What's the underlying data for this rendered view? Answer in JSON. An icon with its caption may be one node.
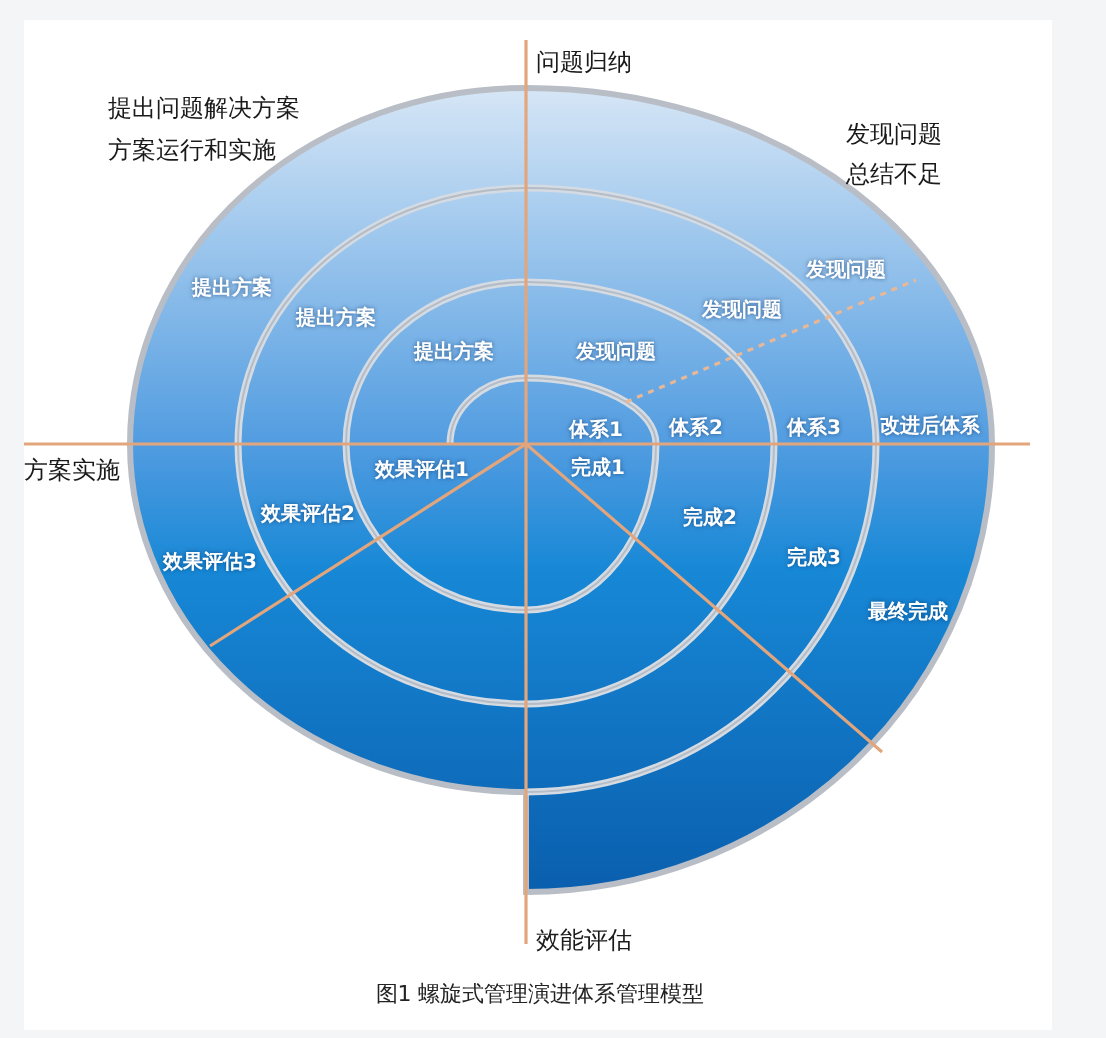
{
  "diagram": {
    "caption": "图1 螺旋式管理演进体系管理模型",
    "labels": [
      "问题归纳",
      "提出问题解决方案",
      "方案运行和实施",
      "发现问题",
      "总结不足",
      "提出方案",
      "发现问题",
      "提出方案",
      "发现问题",
      "提出方案",
      "发现问题",
      "体系1",
      "体系2",
      "体系3",
      "改进后体系",
      "方案实施",
      "效果评估1",
      "完成1",
      "效果评估2",
      "完成2",
      "效果评估3",
      "完成3",
      "最终完成",
      "效能评估"
    ]
  }
}
